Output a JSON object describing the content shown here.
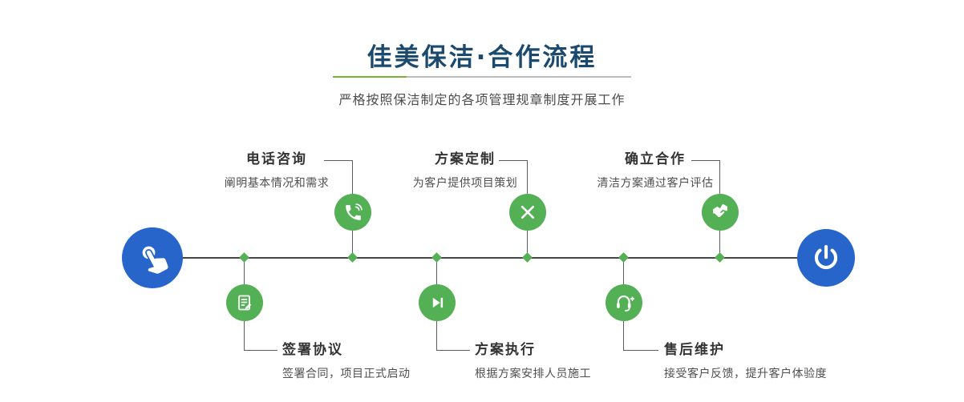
{
  "page": {
    "title": "佳美保洁·合作流程",
    "subtitle": "严格按照保洁制定的各项管理规章制度开展工作"
  },
  "colors": {
    "title_navy": "#1b4a6e",
    "node_green": "#54b054",
    "endpoint_blue": "#2765cb",
    "divider_green": "#79b231"
  },
  "flow": {
    "start": {
      "icon": "pointing-hand-icon"
    },
    "end": {
      "icon": "power-icon"
    },
    "steps_top": [
      {
        "title": "电话咨询",
        "desc": "阐明基本情况和需求",
        "icon": "phone-icon"
      },
      {
        "title": "方案定制",
        "desc": "为客户提供项目策划",
        "icon": "design-pencils-icon"
      },
      {
        "title": "确立合作",
        "desc": "清洁方案通过客户评估",
        "icon": "handshake-icon"
      }
    ],
    "steps_bottom": [
      {
        "title": "签署协议",
        "desc": "签署合同，项目正式启动",
        "icon": "contract-icon"
      },
      {
        "title": "方案执行",
        "desc": "根据方案安排人员施工",
        "icon": "play-icon"
      },
      {
        "title": "售后维护",
        "desc": "接受客户反馈，提升客户体验度",
        "icon": "headset-icon"
      }
    ]
  }
}
